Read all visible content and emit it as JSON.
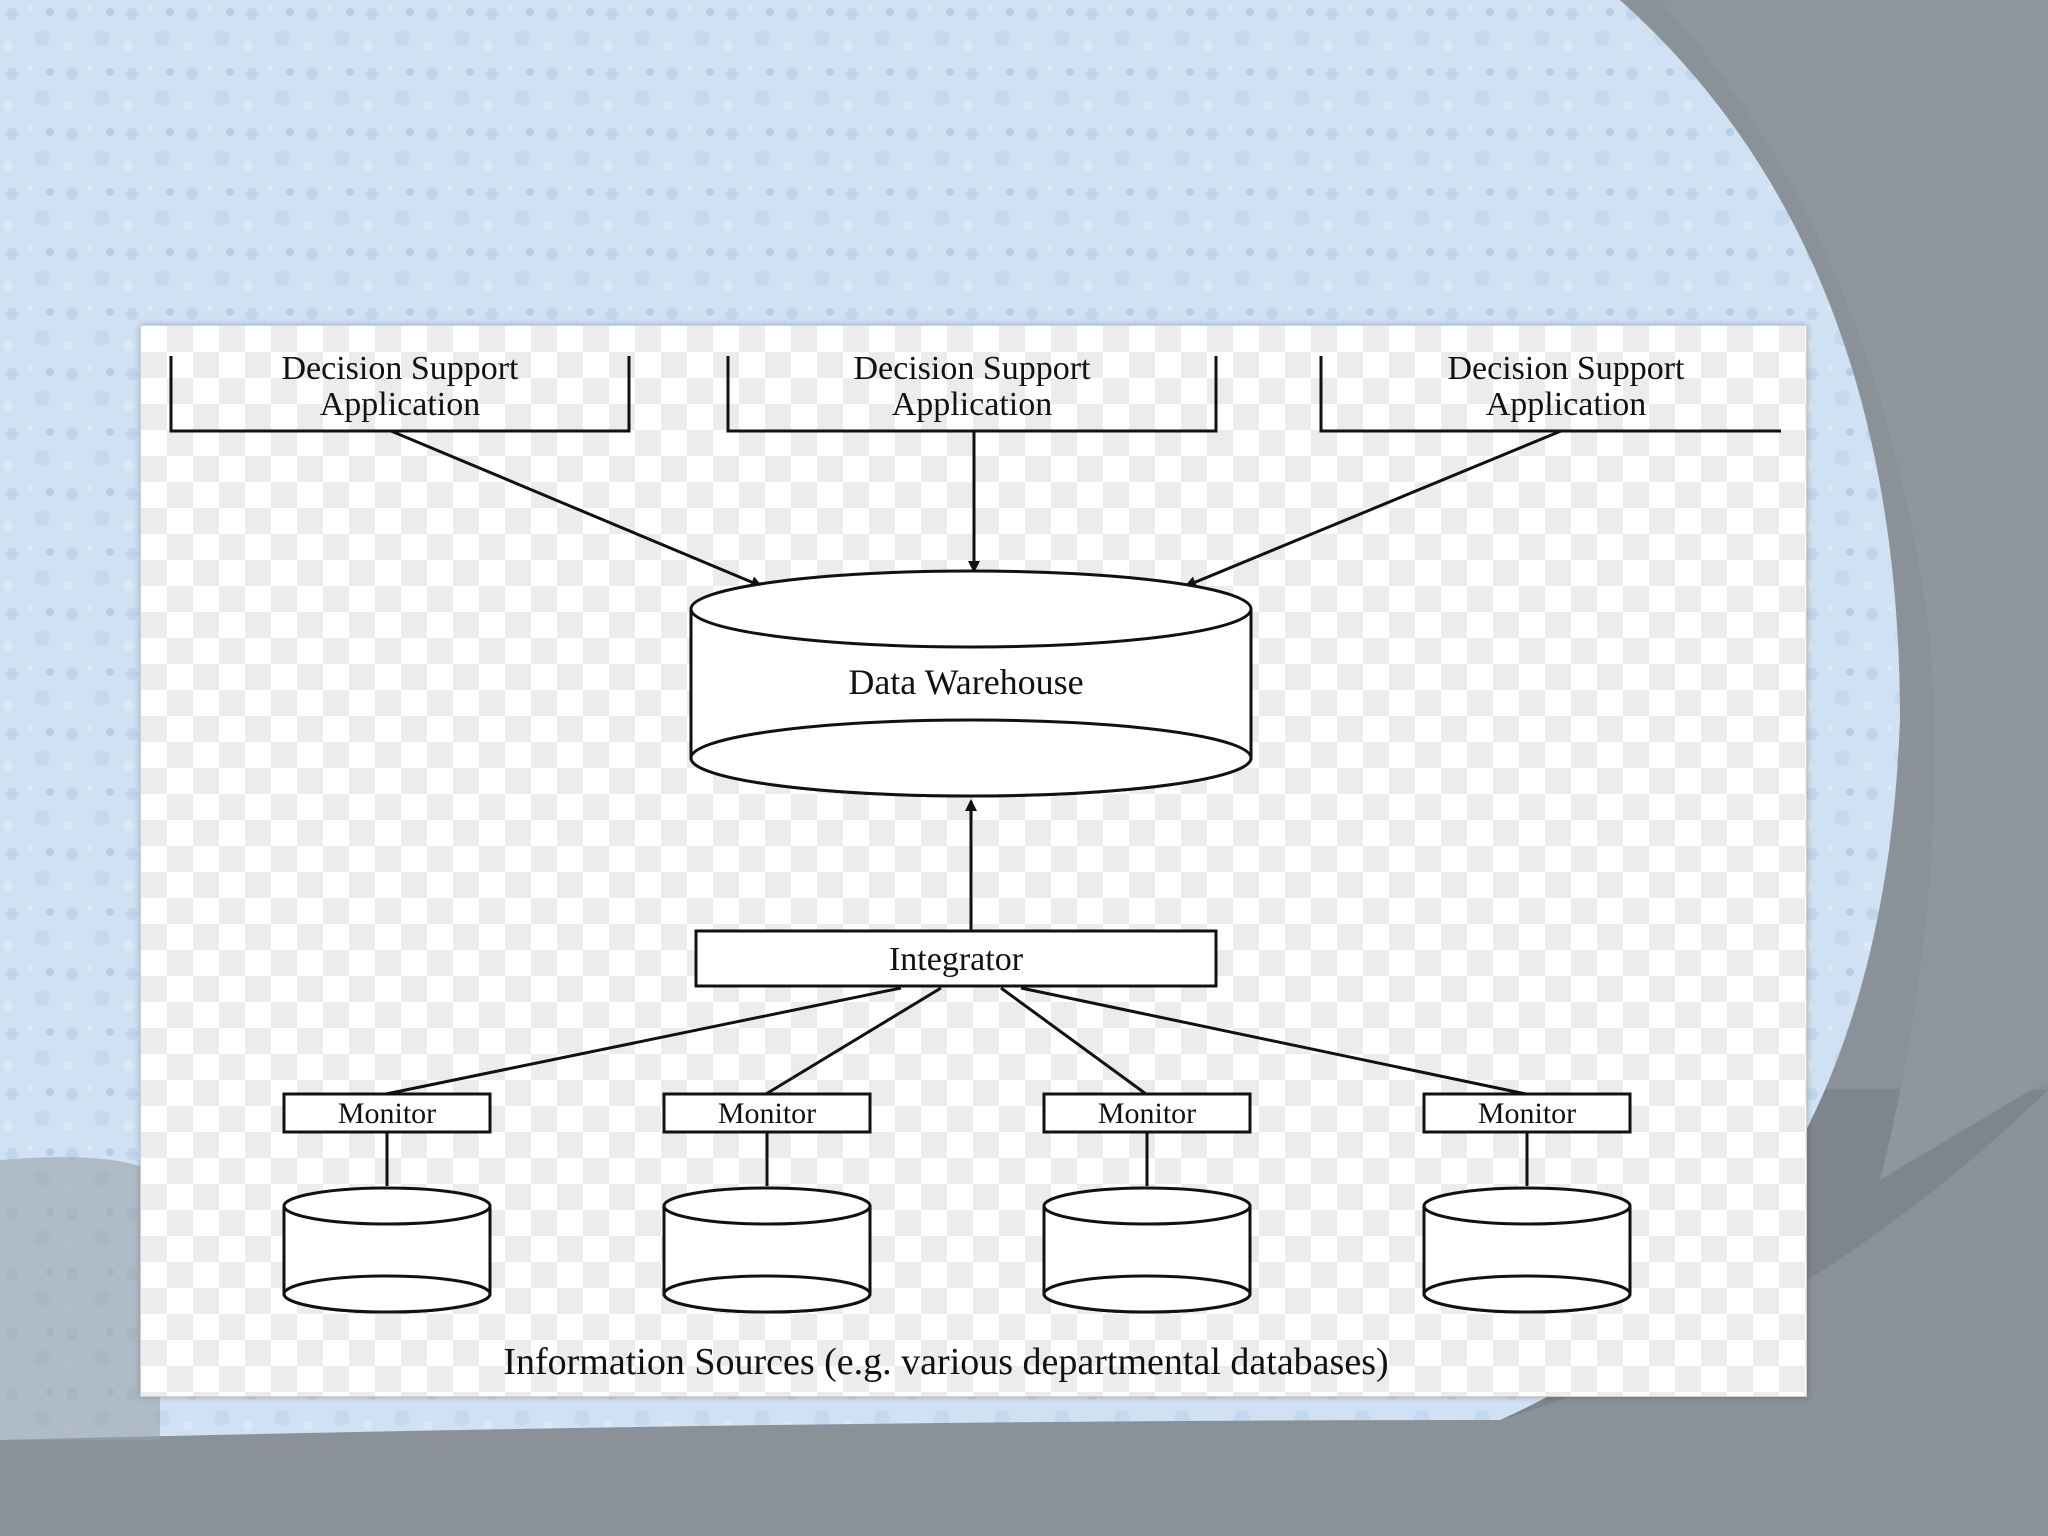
{
  "slide": {
    "colors": {
      "background_light": "#cfe1f2",
      "background_texture": "#b9d0e8",
      "band_gray": "#8a9199",
      "band_dark": "#6e757c"
    }
  },
  "diagram": {
    "apps": [
      {
        "line1": "Decision Support",
        "line2": "Application"
      },
      {
        "line1": "Decision Support",
        "line2": "Application"
      },
      {
        "line1": "Decision Support",
        "line2": "Application"
      }
    ],
    "warehouse_label": "Data Warehouse",
    "integrator_label": "Integrator",
    "monitors": [
      {
        "label": "Monitor"
      },
      {
        "label": "Monitor"
      },
      {
        "label": "Monitor"
      },
      {
        "label": "Monitor"
      }
    ],
    "caption": "Information Sources (e.g. various departmental databases)"
  }
}
